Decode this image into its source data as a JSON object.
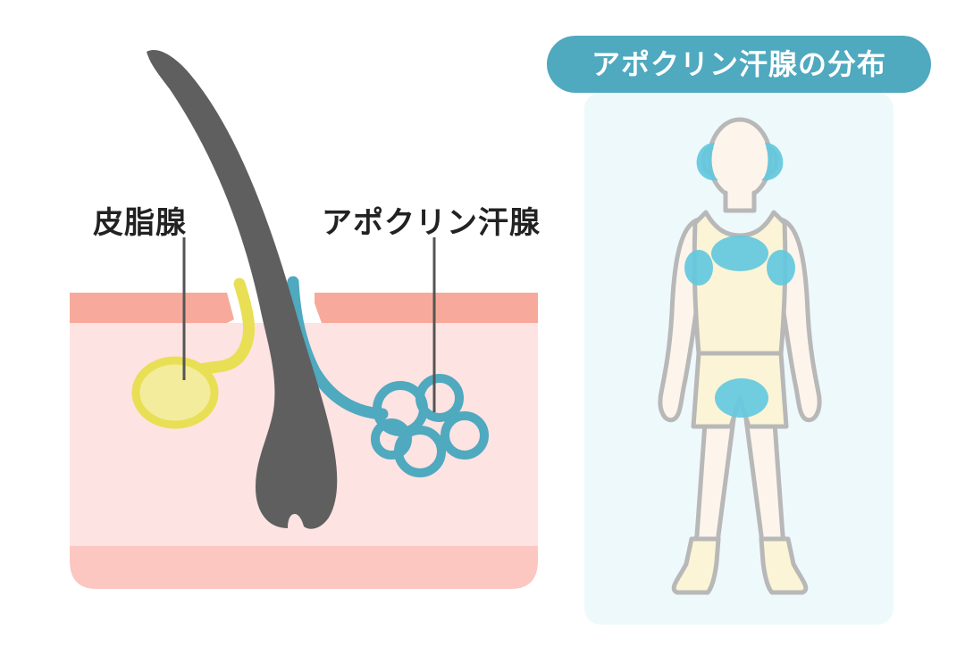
{
  "labels": {
    "sebaceous_gland": "皮脂腺",
    "apocrine_gland": "アポクリン汗腺"
  },
  "panel": {
    "title": "アポクリン汗腺の分布"
  },
  "colors": {
    "skin_surface": "#f7aa9b",
    "dermis": "#fde3e1",
    "subcutis": "#fcc6c1",
    "hair": "#5f5f5f",
    "sebaceous": "#f3ec9c",
    "apocrine_duct": "#4fa9bf",
    "apocrine_spot": "#64c9df",
    "panel_bg": "#eef9fc",
    "body_fill": "#fdf4ec",
    "clothing": "#fbf4d6",
    "outline": "#b8b8b8"
  }
}
